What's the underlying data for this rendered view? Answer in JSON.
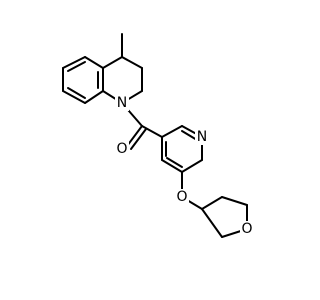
{
  "structure": {
    "atom_labels": {
      "ring_nitrogen_dihydroquinoline": "N",
      "carbonyl_oxygen": "O",
      "pyridine_nitrogen": "N",
      "ether_oxygen": "O",
      "oxolane_oxygen": "O"
    },
    "colors": {
      "bond": "#000000",
      "label": "#000000",
      "background": "#ffffff"
    }
  }
}
